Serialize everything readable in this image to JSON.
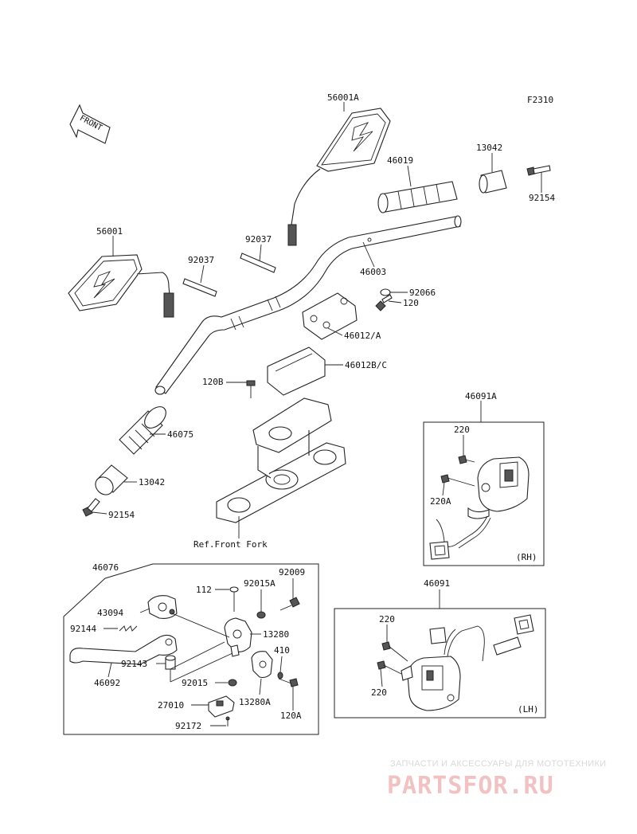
{
  "figure_code": "F2310",
  "front_arrow_label": "FRONT",
  "ref_label": "Ref.Front Fork",
  "box_rh_label": "(RH)",
  "box_lh_label": "(LH)",
  "parts": {
    "p56001A": "56001A",
    "p46019": "46019",
    "p13042_top": "13042",
    "p92154_top": "92154",
    "p56001": "56001",
    "p92037_a": "92037",
    "p92037_b": "92037",
    "p46003": "46003",
    "p92066": "92066",
    "p120": "120",
    "p46012A": "46012/A",
    "p46012BC": "46012B/C",
    "p120B": "120B",
    "p46075": "46075",
    "p13042_bot": "13042",
    "p92154_bot": "92154",
    "p46091A": "46091A",
    "p220_rh": "220",
    "p220A": "220A",
    "p46076": "46076",
    "p112": "112",
    "p92015A": "92015A",
    "p92009": "92009",
    "p43094": "43094",
    "p13280": "13280",
    "p92144": "92144",
    "p410": "410",
    "p92143": "92143",
    "p46092": "46092",
    "p92015": "92015",
    "p13280A": "13280A",
    "p27010": "27010",
    "p120A": "120A",
    "p92172": "92172",
    "p46091": "46091",
    "p220_lh_a": "220",
    "p220_lh_b": "220"
  },
  "watermark": {
    "tagline": "ЗАПЧАСТИ И АКСЕССУАРЫ ДЛЯ МОТОТЕХНИКИ",
    "brand": "PARTSFOR.RU"
  },
  "colors": {
    "line": "#222222",
    "watermark_brand": "#f2c2c2",
    "watermark_tagline": "#d9d9d9"
  }
}
